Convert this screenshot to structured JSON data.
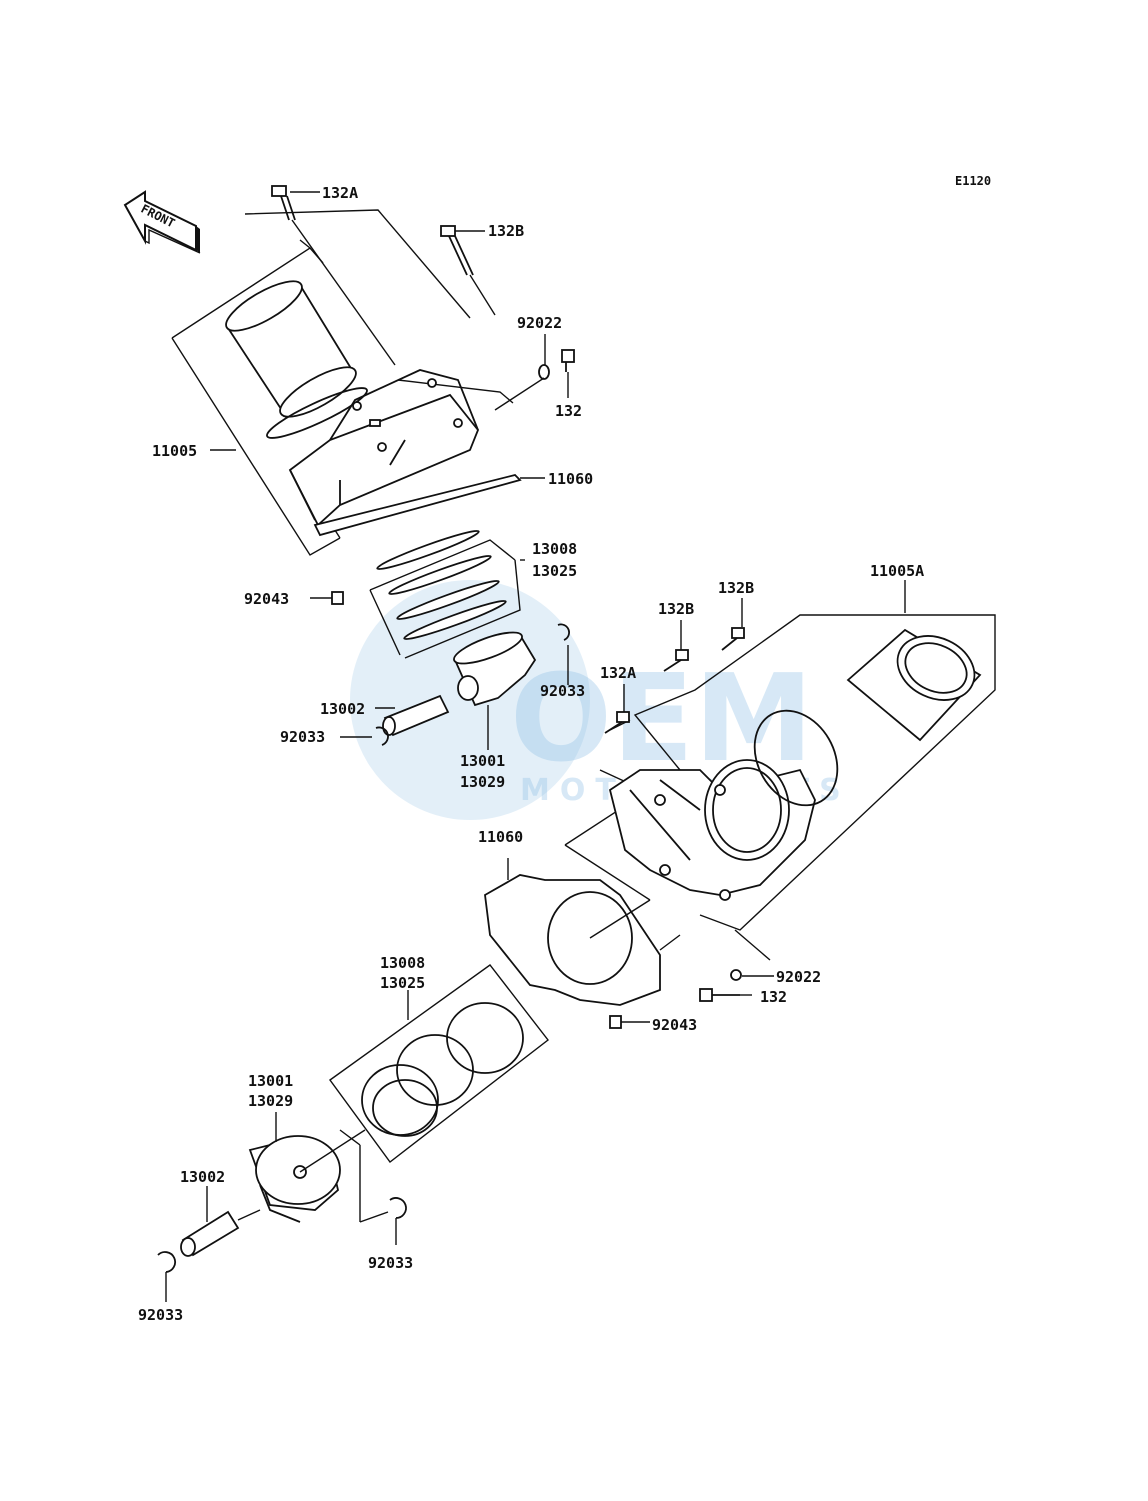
{
  "diagram": {
    "code": "E1120",
    "direction_label": "FRONT",
    "watermark": {
      "brand": "OEM",
      "sub": "MOTORPARTS"
    },
    "parts": [
      {
        "id": "bolt-132a-top",
        "label": "132A"
      },
      {
        "id": "bolt-132b-top",
        "label": "132B"
      },
      {
        "id": "washer-92022-top",
        "label": "92022"
      },
      {
        "id": "bolt-132-top",
        "label": "132"
      },
      {
        "id": "cylinder-11005",
        "label": "11005"
      },
      {
        "id": "gasket-11060-top",
        "label": "11060"
      },
      {
        "id": "rings-top",
        "label": "13008"
      },
      {
        "id": "rings-top-b",
        "label": "13025"
      },
      {
        "id": "dowel-92043-top",
        "label": "92043"
      },
      {
        "id": "clip-92033-top-right",
        "label": "92033"
      },
      {
        "id": "pin-13002-top",
        "label": "13002"
      },
      {
        "id": "clip-92033-top-left",
        "label": "92033"
      },
      {
        "id": "piston-top",
        "label": "13001"
      },
      {
        "id": "piston-top-b",
        "label": "13029"
      },
      {
        "id": "cylinder-11005a",
        "label": "11005A"
      },
      {
        "id": "bolt-132b-right-a",
        "label": "132B"
      },
      {
        "id": "bolt-132b-right-b",
        "label": "132B"
      },
      {
        "id": "bolt-132a-right",
        "label": "132A"
      },
      {
        "id": "gasket-11060-bottom",
        "label": "11060"
      },
      {
        "id": "washer-92022-bottom",
        "label": "92022"
      },
      {
        "id": "bolt-132-bottom",
        "label": "132"
      },
      {
        "id": "dowel-92043-bottom",
        "label": "92043"
      },
      {
        "id": "rings-bottom",
        "label": "13008"
      },
      {
        "id": "rings-bottom-b",
        "label": "13025"
      },
      {
        "id": "piston-bottom",
        "label": "13001"
      },
      {
        "id": "piston-bottom-b",
        "label": "13029"
      },
      {
        "id": "pin-13002-bottom",
        "label": "13002"
      },
      {
        "id": "clip-92033-bottom-right",
        "label": "92033"
      },
      {
        "id": "clip-92033-bottom-left",
        "label": "92033"
      }
    ]
  }
}
